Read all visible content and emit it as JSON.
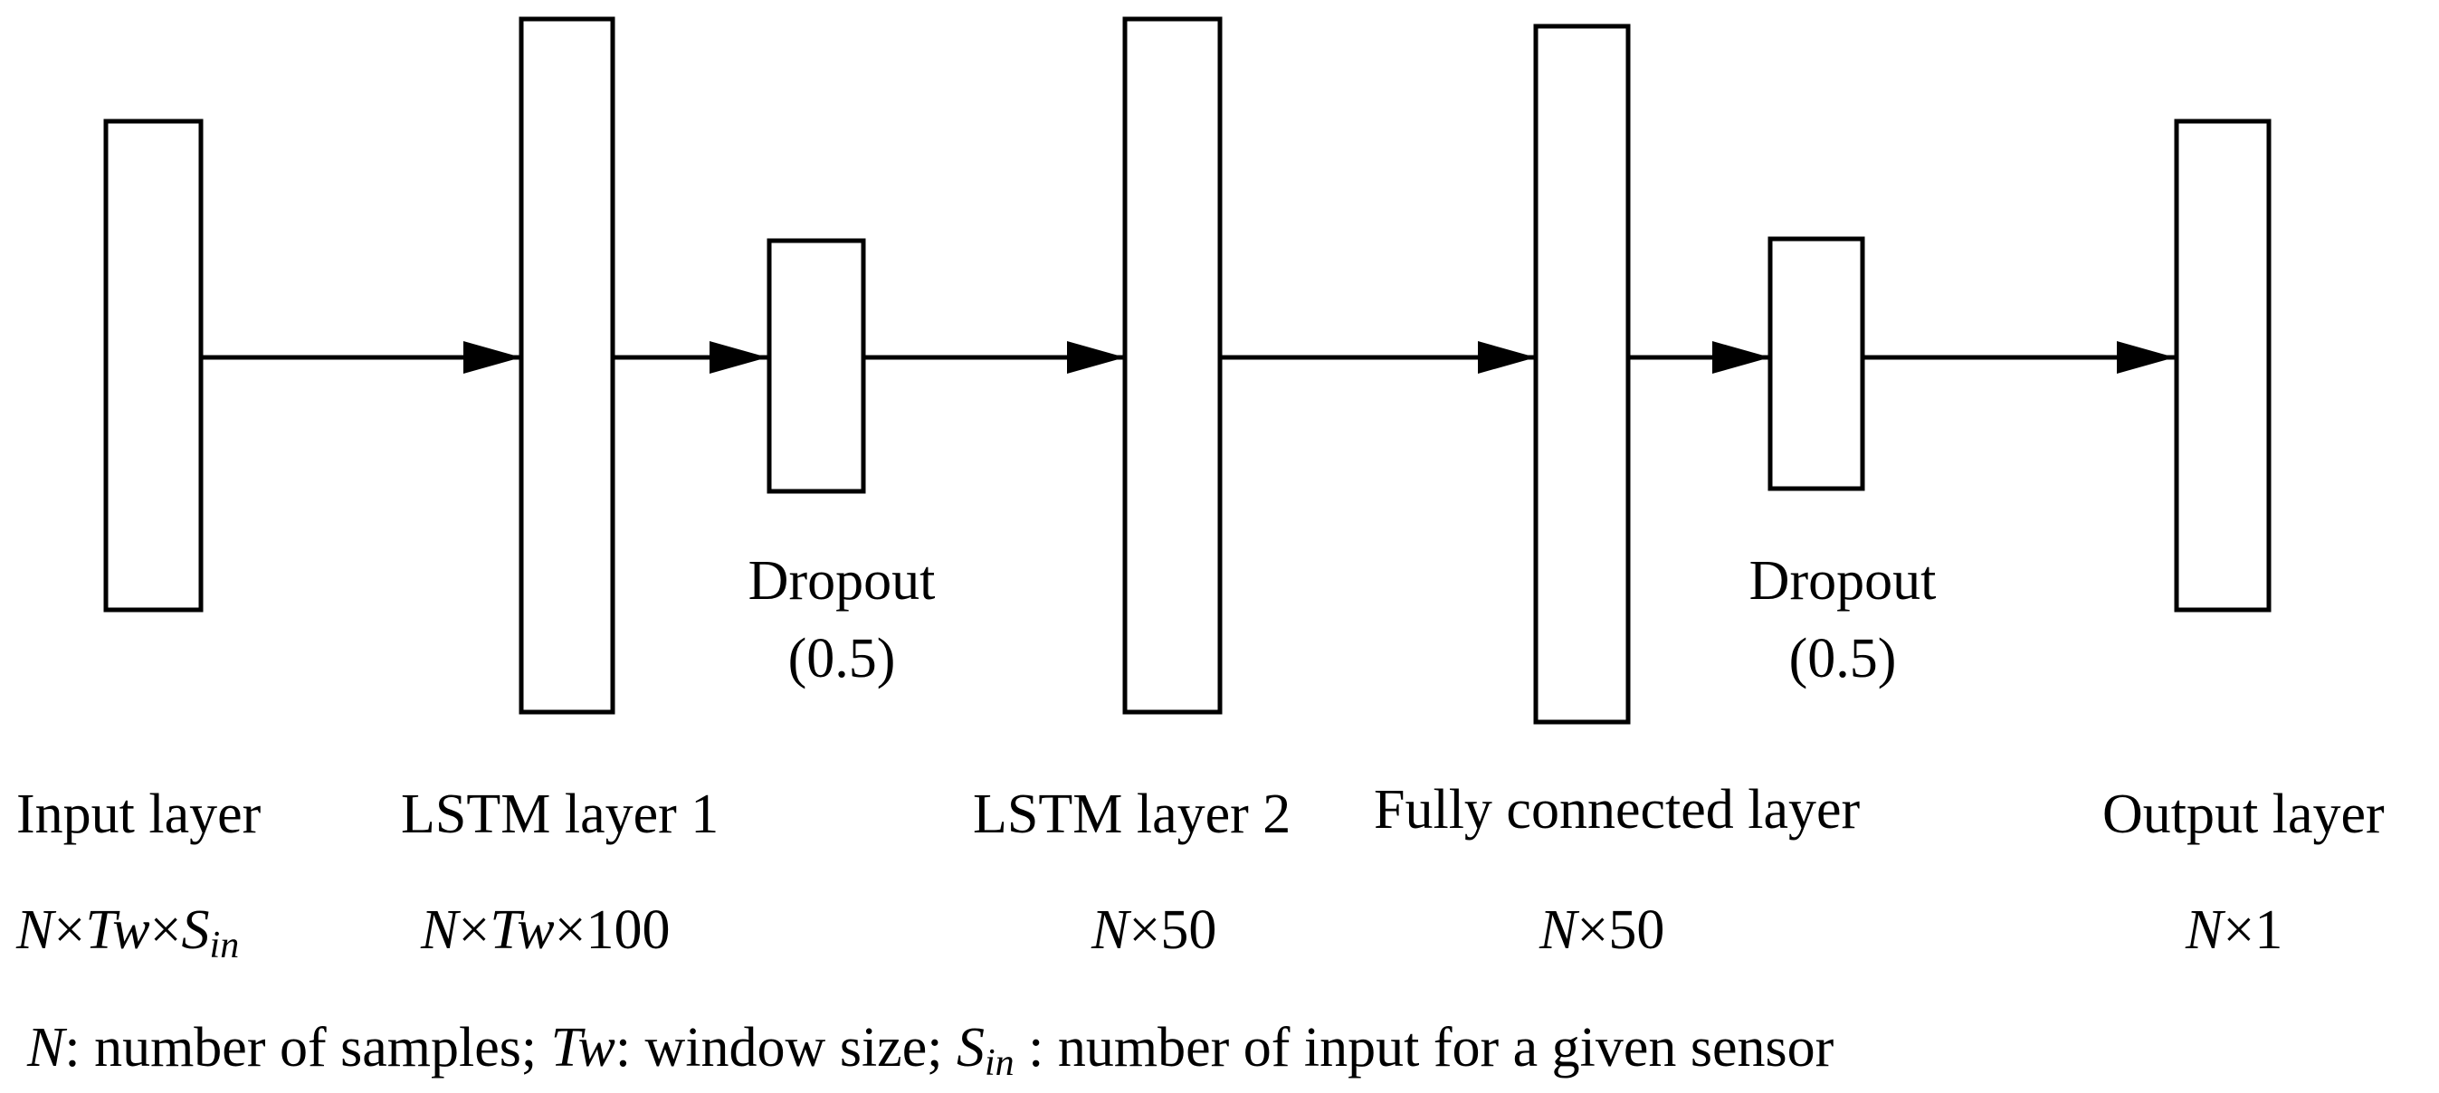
{
  "layers": [
    {
      "id": "input",
      "name": "Input layer",
      "dim": {
        "n": "N",
        "times1": "×",
        "tw": "Tw",
        "times2": "×",
        "s": "S",
        "sub": "in"
      }
    },
    {
      "id": "lstm1",
      "name": "LSTM layer 1",
      "dim": {
        "n": "N",
        "times1": "×",
        "tw": "Tw",
        "times2": "×100"
      }
    },
    {
      "id": "lstm2",
      "name": "LSTM layer 2",
      "dim": {
        "n": "N",
        "rest": "×50"
      }
    },
    {
      "id": "fc",
      "name": "Fully connected layer",
      "dim": {
        "n": "N",
        "rest": "×50"
      }
    },
    {
      "id": "output",
      "name": "Output layer",
      "dim": {
        "n": "N",
        "rest": "×1"
      }
    }
  ],
  "dropouts": [
    {
      "id": "dropout1",
      "label": "Dropout",
      "rate": "(0.5)"
    },
    {
      "id": "dropout2",
      "label": "Dropout",
      "rate": "(0.5)"
    }
  ],
  "legend": {
    "n_symbol": "N",
    "n_desc": ": number of samples; ",
    "tw_symbol": "Tw",
    "tw_desc": ": window size; ",
    "s_symbol": "S",
    "s_sub": "in",
    "s_desc": " : number of input for a given sensor"
  },
  "colors": {
    "stroke": "#000000",
    "background": "#ffffff"
  }
}
